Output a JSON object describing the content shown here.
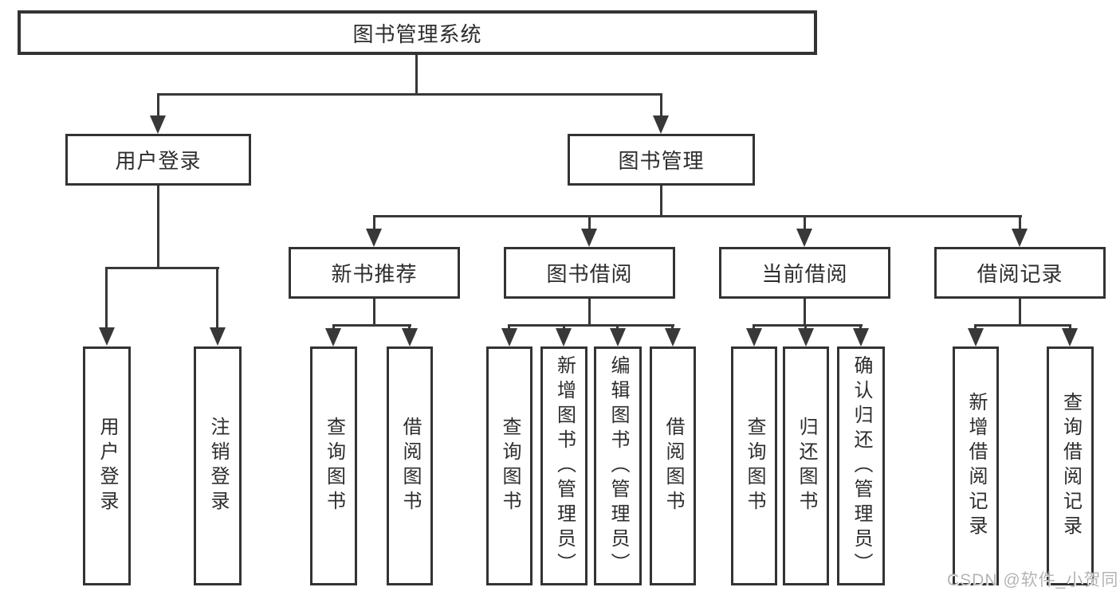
{
  "diagram": {
    "type": "hierarchy-tree",
    "root": {
      "label": "图书管理系统",
      "children": [
        {
          "label": "用户登录",
          "children": [
            {
              "label": "用户登录"
            },
            {
              "label": "注销登录"
            }
          ]
        },
        {
          "label": "图书管理",
          "children": [
            {
              "label": "新书推荐",
              "children": [
                {
                  "label": "查询图书"
                },
                {
                  "label": "借阅图书"
                }
              ]
            },
            {
              "label": "图书借阅",
              "children": [
                {
                  "label": "查询图书"
                },
                {
                  "label": "新增图书（管理员）"
                },
                {
                  "label": "编辑图书（管理员）"
                },
                {
                  "label": "借阅图书"
                }
              ]
            },
            {
              "label": "当前借阅",
              "children": [
                {
                  "label": "查询图书"
                },
                {
                  "label": "归还图书"
                },
                {
                  "label": "确认归还（管理员）"
                }
              ]
            },
            {
              "label": "借阅记录",
              "children": [
                {
                  "label": "新增借阅记录"
                },
                {
                  "label": "查询借阅记录"
                }
              ]
            }
          ]
        }
      ]
    },
    "colors": {
      "line": "#383838",
      "box_border": "#333333",
      "text": "#2d2d2d",
      "background": "#ffffff",
      "watermark": "#b5b5b5"
    }
  },
  "watermark": {
    "text": "CSDN @软件_小贺同学"
  }
}
